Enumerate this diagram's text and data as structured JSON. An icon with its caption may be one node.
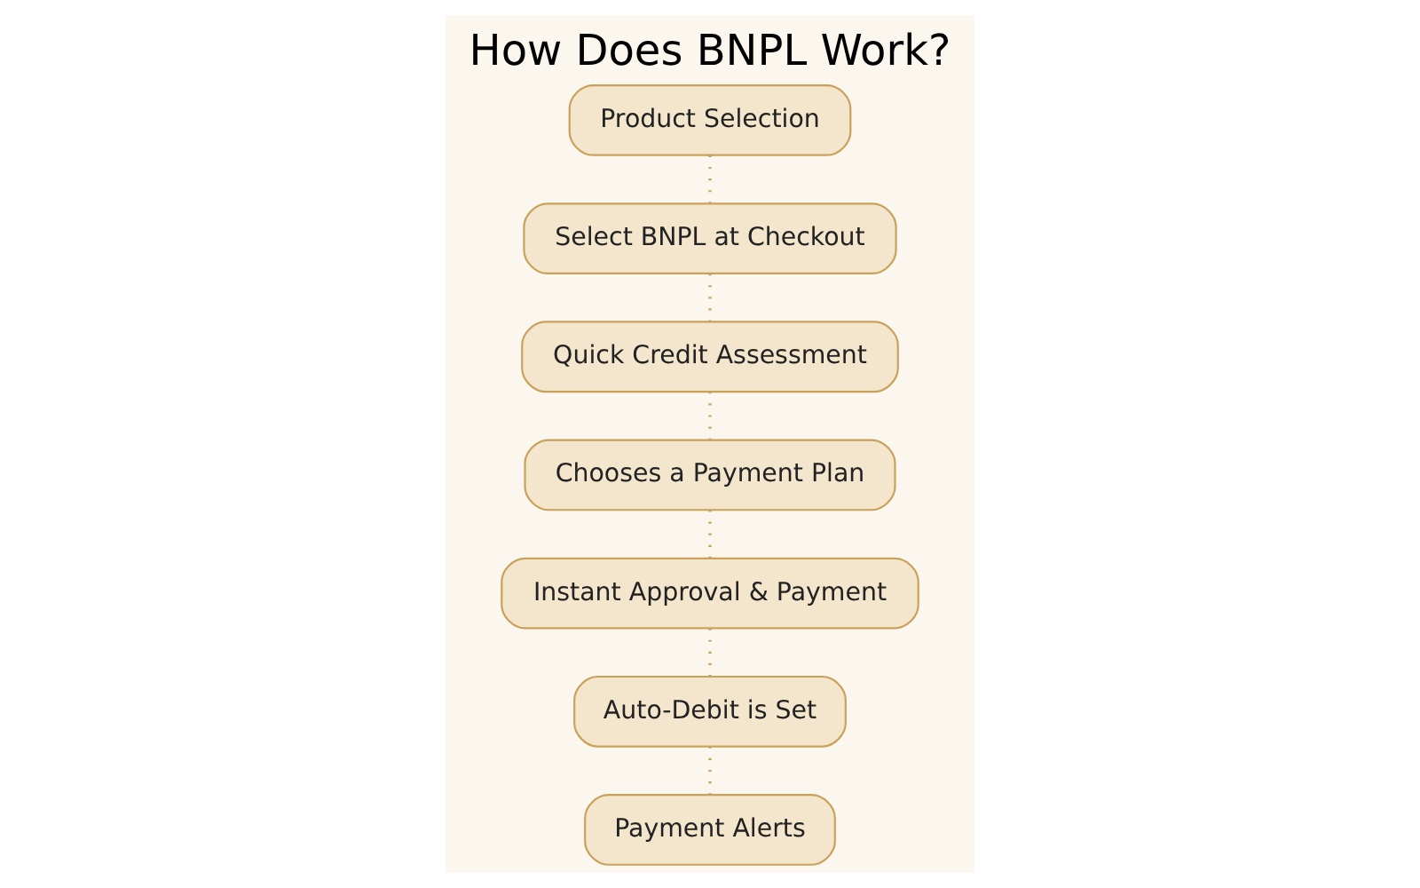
{
  "diagram": {
    "title": "How Does BNPL Work?",
    "nodes": [
      {
        "text": [
          "Product Selection"
        ]
      },
      {
        "text": [
          "Select BNPL at Checkout"
        ]
      },
      {
        "text": [
          "Quick Credit Assessment"
        ]
      },
      {
        "text": [
          "Chooses a Payment Plan"
        ]
      },
      {
        "text": [
          "Instant Approval & Payment"
        ]
      },
      {
        "text": [
          "Auto-Debit is Set"
        ]
      },
      {
        "text": [
          "Payment Alerts"
        ]
      }
    ],
    "edges": [
      {
        "from": 0,
        "to": 1,
        "arrow": "none",
        "style": "dashed"
      },
      {
        "from": 1,
        "to": 2,
        "arrow": "none",
        "style": "dashed"
      },
      {
        "from": 2,
        "to": 3,
        "arrow": "none",
        "style": "dashed"
      },
      {
        "from": 3,
        "to": 4,
        "arrow": "none",
        "style": "dashed"
      },
      {
        "from": 4,
        "to": 5,
        "arrow": "none",
        "style": "dashed"
      },
      {
        "from": 5,
        "to": 6,
        "arrow": "none",
        "style": "dashed"
      }
    ]
  }
}
